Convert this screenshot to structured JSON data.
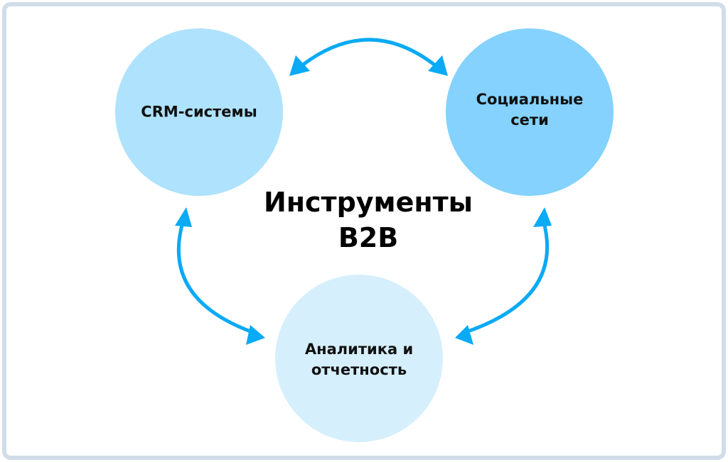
{
  "title_line1": "Инструменты",
  "title_line2": "B2B",
  "nodes": [
    {
      "label": "CRM-системы",
      "color": "#aee2fd"
    },
    {
      "label": "Социальные сети",
      "line1": "Социальные",
      "line2": "сети",
      "color": "#84d2fd"
    },
    {
      "label": "Аналитика и отчетность",
      "line1": "Аналитика и",
      "line2": "отчетность",
      "color": "#d6effc"
    }
  ],
  "colors": {
    "arrow": "#0aaaf5",
    "border": "#d0dde8"
  }
}
